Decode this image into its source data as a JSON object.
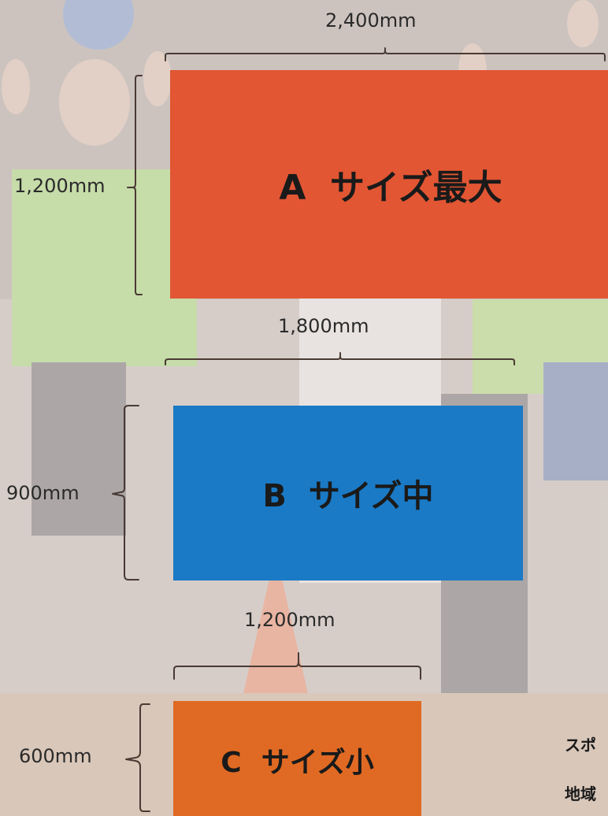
{
  "colors": {
    "panel_a": "#e25633",
    "panel_b": "#1a7ac6",
    "panel_c": "#e06a23",
    "bracket": "#4a3a34"
  },
  "panels": {
    "a": {
      "label": "A  サイズ最大",
      "width": "2,400mm",
      "height": "1,200mm"
    },
    "b": {
      "label": "B  サイズ中",
      "width": "1,800mm",
      "height": "900mm"
    },
    "c": {
      "label": "C  サイズ小",
      "width": "1,200mm",
      "height": "600mm"
    }
  },
  "side_text": {
    "line1": "スポ",
    "line2": "地域"
  }
}
